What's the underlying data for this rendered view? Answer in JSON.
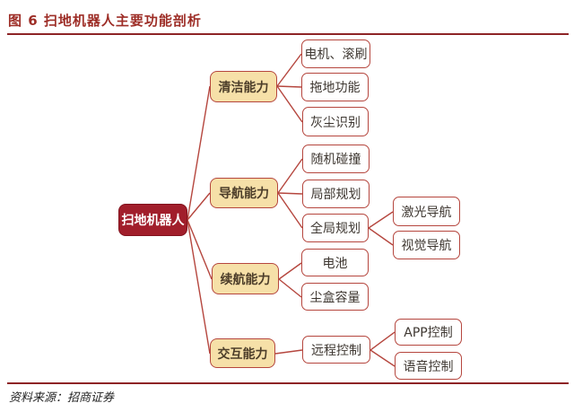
{
  "page": {
    "title": "图 6 扫地机器人主要功能剖析",
    "source": "资料来源：招商证券"
  },
  "colors": {
    "title_red": "#9D2D26",
    "rule_red": "#8E2426",
    "root_fill": "#A11E2B",
    "root_border": "#82131E",
    "root_text": "#FFFFFF",
    "branch_fill": "#F6E0A8",
    "branch_border": "#B5463E",
    "branch_text": "#4D3E2A",
    "leaf_fill": "#FFFFFF",
    "leaf_border": "#B5463E",
    "leaf_text": "#3E3731",
    "line_red": "#B5463E",
    "source_text": "#1F1F1F"
  },
  "diagram": {
    "type": "tree",
    "root": {
      "label": "扫地机器人"
    },
    "branches": [
      {
        "label": "清洁能力",
        "children": [
          {
            "label": "电机、滚刷"
          },
          {
            "label": "拖地功能"
          },
          {
            "label": "灰尘识别"
          }
        ]
      },
      {
        "label": "导航能力",
        "children": [
          {
            "label": "随机碰撞"
          },
          {
            "label": "局部规划"
          },
          {
            "label": "全局规划",
            "children": [
              {
                "label": "激光导航"
              },
              {
                "label": "视觉导航"
              }
            ]
          }
        ]
      },
      {
        "label": "续航能力",
        "children": [
          {
            "label": "电池"
          },
          {
            "label": "尘盒容量"
          }
        ]
      },
      {
        "label": "交互能力",
        "children": [
          {
            "label": "远程控制",
            "children": [
              {
                "label": "APP控制"
              },
              {
                "label": "语音控制"
              }
            ]
          }
        ]
      }
    ]
  }
}
